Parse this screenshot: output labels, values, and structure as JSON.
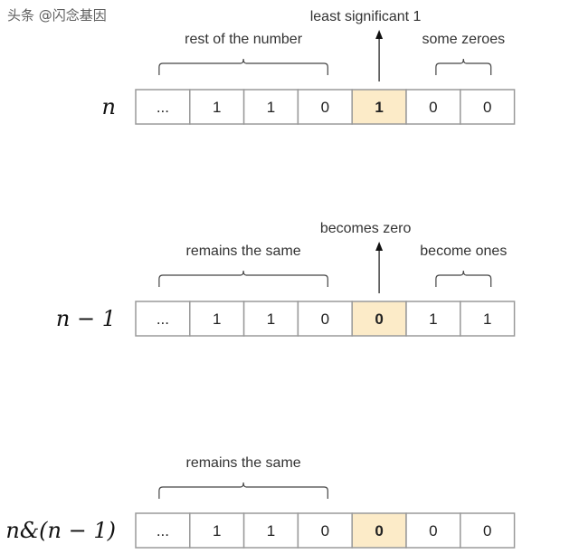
{
  "colors": {
    "highlight": "#fcebc8",
    "cell_border": "#9a9a9a",
    "line": "#444444"
  },
  "rows": [
    {
      "label": "n",
      "cells": [
        "...",
        "1",
        "1",
        "0",
        "1",
        "0",
        "0"
      ],
      "highlight": 4,
      "arrow": "least significant 1",
      "braces": [
        {
          "from": 0.5,
          "to": 3.5,
          "text": "rest of the number"
        },
        {
          "from": 5.5,
          "to": 6.5,
          "text": "some zeroes"
        }
      ]
    },
    {
      "label": "n − 1",
      "cells": [
        "...",
        "1",
        "1",
        "0",
        "0",
        "1",
        "1"
      ],
      "highlight": 4,
      "arrow": "becomes zero",
      "braces": [
        {
          "from": 0.5,
          "to": 3.5,
          "text": "remains the same"
        },
        {
          "from": 5.5,
          "to": 6.5,
          "text": "become ones"
        }
      ]
    },
    {
      "label": "n&(n − 1)",
      "cells": [
        "...",
        "1",
        "1",
        "0",
        "0",
        "0",
        "0"
      ],
      "highlight": 4,
      "arrow": null,
      "braces": [
        {
          "from": 0.5,
          "to": 3.5,
          "text": "remains the same"
        }
      ]
    }
  ],
  "watermark": "头条 @闪念基因"
}
